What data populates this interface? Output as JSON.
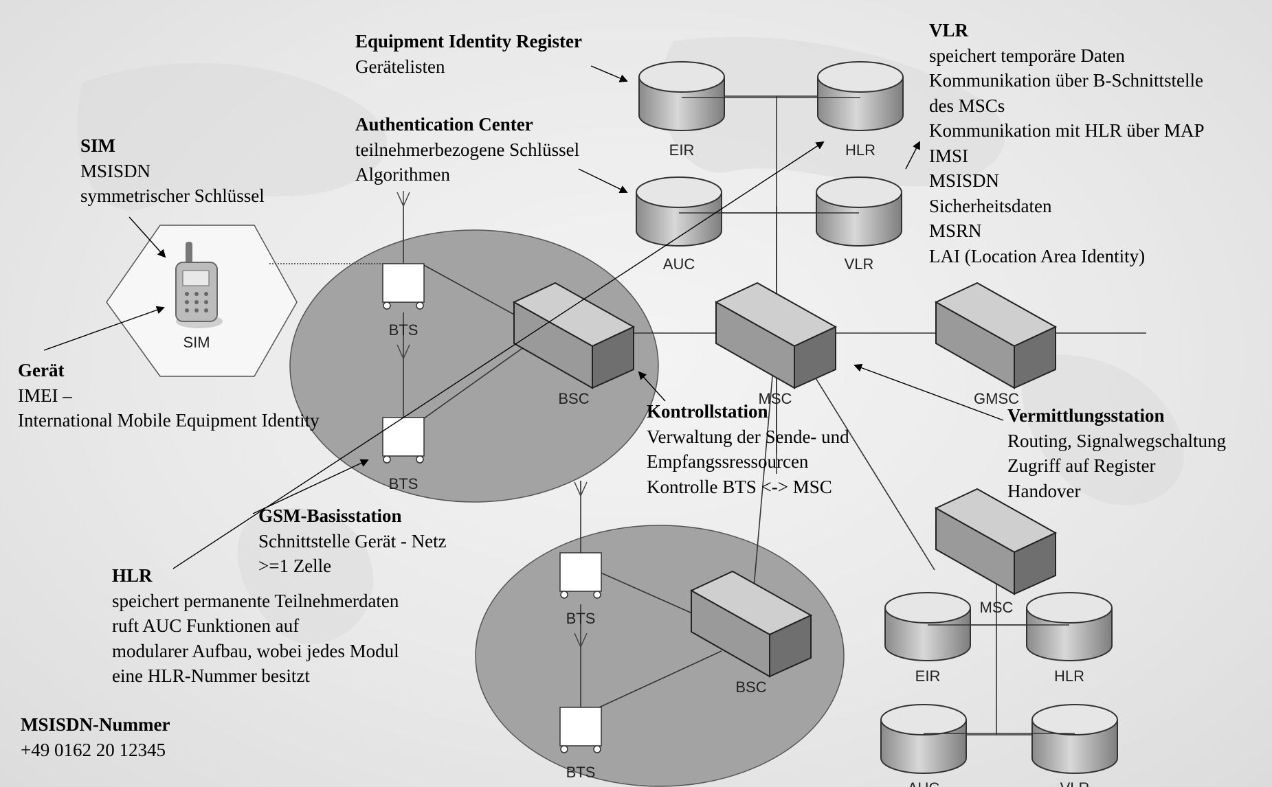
{
  "device_labels": {
    "eir_top": "EIR",
    "hlr_top": "HLR",
    "auc_top": "AUC",
    "vlr_top": "VLR",
    "sim": "SIM",
    "bts_1": "BTS",
    "bts_2": "BTS",
    "bts_3": "BTS",
    "bts_4": "BTS",
    "bsc_1": "BSC",
    "bsc_2": "BSC",
    "msc_1": "MSC",
    "gmsc": "GMSC",
    "msc_2": "MSC",
    "eir_bottom": "EIR",
    "hlr_bottom": "HLR",
    "auc_bottom": "AUC",
    "vlr_bottom": "VLR"
  },
  "annotations": {
    "eir": {
      "title": "Equipment Identity Register",
      "lines": [
        "Gerätelisten"
      ]
    },
    "auc": {
      "title": "Authentication Center",
      "lines": [
        "teilnehmerbezogene Schlüssel",
        "Algorithmen"
      ]
    },
    "sim": {
      "title": "SIM",
      "lines": [
        "MSISDN",
        "symmetrischer Schlüssel"
      ]
    },
    "geraet": {
      "title": "Gerät",
      "lines": [
        "IMEI –",
        "International Mobile Equipment Identity"
      ]
    },
    "gsm_bts": {
      "title": "GSM-Basisstation",
      "lines": [
        "Schnittstelle Gerät - Netz",
        ">=1 Zelle"
      ]
    },
    "hlr": {
      "title": "HLR",
      "lines": [
        "speichert permanente Teilnehmerdaten",
        "ruft AUC Funktionen auf",
        "modularer Aufbau, wobei jedes Modul",
        "eine HLR-Nummer besitzt"
      ]
    },
    "msisdn": {
      "title": "MSISDN-Nummer",
      "lines": [
        "+49 0162 20 12345"
      ]
    },
    "kontroll": {
      "title": "Kontrollstation",
      "lines": [
        "Verwaltung der Sende- und",
        "Empfangssressourcen",
        "Kontrolle BTS <-> MSC"
      ]
    },
    "vermittlung": {
      "title": "Vermittlungsstation",
      "lines": [
        "Routing, Signalwegschaltung",
        "Zugriff auf Register",
        "Handover"
      ]
    },
    "vlr": {
      "title": "VLR",
      "lines": [
        "speichert temporäre Daten",
        "Kommunikation über B-Schnittstelle",
        "des MSCs",
        "Kommunikation mit HLR über MAP",
        "IMSI",
        "MSISDN",
        "Sicherheitsdaten",
        "MSRN",
        "LAI (Location Area Identity)"
      ]
    }
  }
}
